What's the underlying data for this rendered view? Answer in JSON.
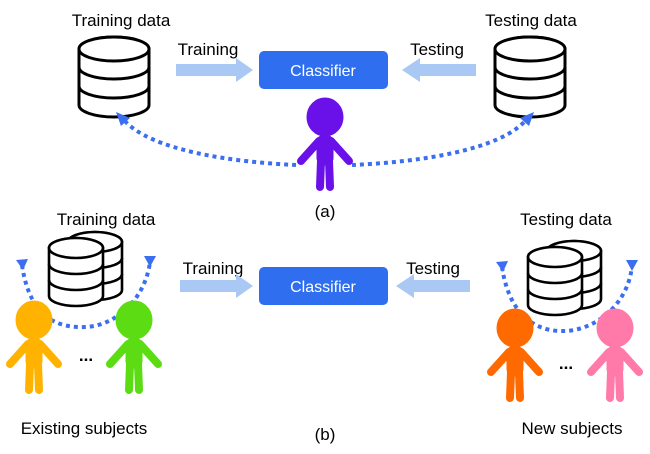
{
  "colors": {
    "classifier_fill": "#2f6fef",
    "arrow_fill": "#a9c8f3",
    "dotted": "#3b6ff0",
    "person_a": "#6a10e8",
    "subject_yellow": "#ffb300",
    "subject_green": "#5cdc12",
    "subject_orange": "#ff6a00",
    "subject_pink": "#ff7aa8"
  },
  "panel_a": {
    "training_data_label": "Training data",
    "testing_data_label": "Testing data",
    "training_arrow_label": "Training",
    "testing_arrow_label": "Testing",
    "classifier_label": "Classifier",
    "caption": "(a)"
  },
  "panel_b": {
    "training_data_label": "Training data",
    "testing_data_label": "Testing data",
    "training_arrow_label": "Training",
    "testing_arrow_label": "Testing",
    "classifier_label": "Classifier",
    "caption": "(b)",
    "ellipsis_left": "...",
    "ellipsis_right": "...",
    "existing_subjects_label": "Existing subjects",
    "new_subjects_label": "New subjects"
  },
  "icons": {
    "database": "database-icon",
    "person": "person-icon"
  }
}
